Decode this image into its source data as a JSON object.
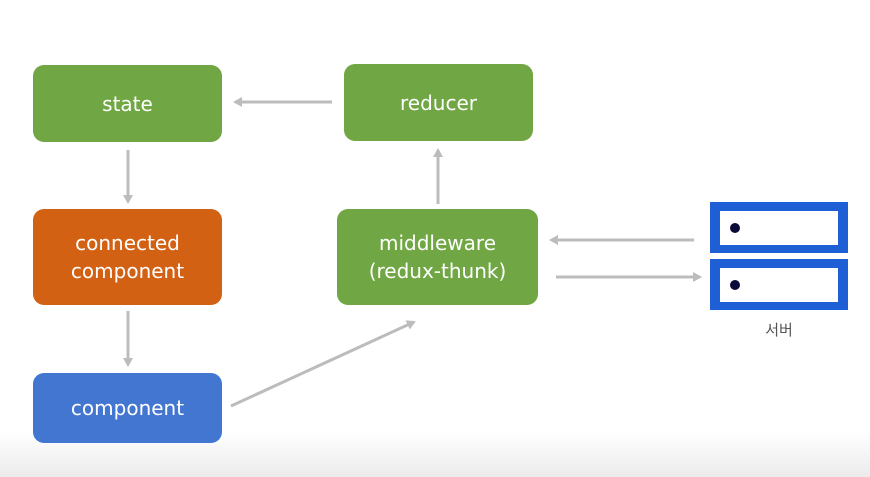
{
  "nodes": {
    "state": "state",
    "reducer": "reducer",
    "connected_line1": "connected",
    "connected_line2": "component",
    "middleware_line1": "middleware",
    "middleware_line2": "(redux-thunk)",
    "component": "component"
  },
  "server": {
    "label": "서버"
  },
  "colors": {
    "green": "#70a744",
    "orange": "#d36114",
    "blue": "#4376d0",
    "server": "#1f5fd6",
    "arrow": "#bcbcbc"
  },
  "icons": [
    "server-icon",
    "server-icon"
  ]
}
